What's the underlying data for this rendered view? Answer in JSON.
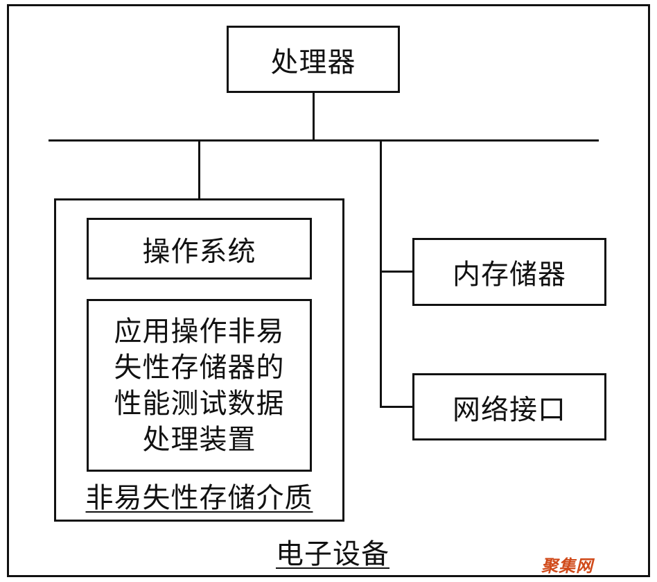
{
  "device": {
    "label": "电子设备"
  },
  "processor": {
    "label": "处理器"
  },
  "storage_medium": {
    "label": "非易失性存储介质",
    "os": {
      "label": "操作系统"
    },
    "app": {
      "label": "应用操作非易\n失性存储器的\n性能测试数据\n处理装置"
    }
  },
  "memory": {
    "label": "内存储器"
  },
  "network": {
    "label": "网络接口"
  },
  "watermark": {
    "text": "聚集网"
  },
  "colors": {
    "line": "#111111",
    "watermark": "#d04a1a"
  }
}
